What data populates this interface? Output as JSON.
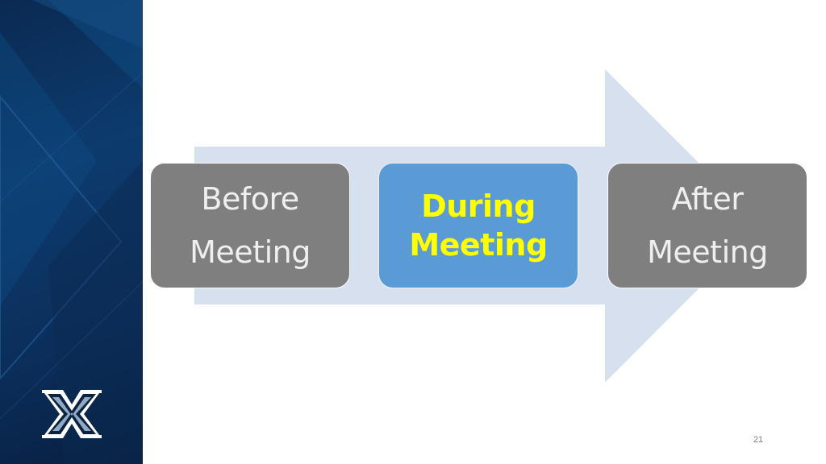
{
  "diagram": {
    "steps": [
      {
        "line1": "Before",
        "line2": "Meeting",
        "state": "inactive"
      },
      {
        "line1": "During",
        "line2": "Meeting",
        "state": "active"
      },
      {
        "line1": "After",
        "line2": "Meeting",
        "state": "inactive"
      }
    ]
  },
  "slide": {
    "page_number": "21"
  },
  "colors": {
    "sidebar": "#0d3b6e",
    "arrow": "#d6e0ef",
    "inactive_box": "#7f7f7f",
    "active_box": "#5b9bd5",
    "active_text": "#ffff00"
  },
  "logo": {
    "name": "xavier-x-logo"
  }
}
